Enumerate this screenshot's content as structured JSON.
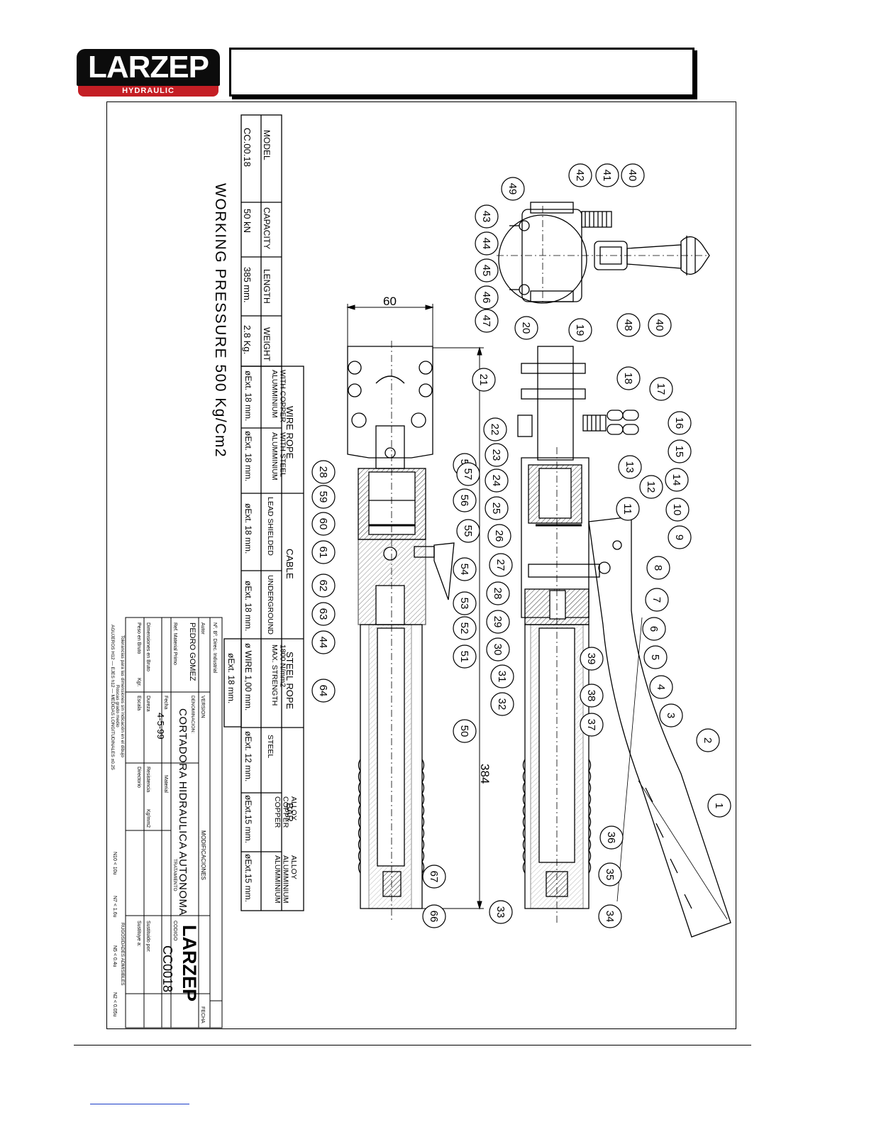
{
  "logo": {
    "brand": "LARZEP",
    "tagline": "HYDRAULIC"
  },
  "pressure": "WORKING PRESSURE 500 Kg/Cm2",
  "specs": {
    "headers": [
      "MODEL",
      "CAPACITY",
      "LENGTH",
      "WEIGHT"
    ],
    "values": [
      "CC.00.18",
      "50 kN",
      "385 mm.",
      "2.8 Kg."
    ]
  },
  "rope_table": {
    "wire_rope": "WIRE ROPE",
    "cable": "CABLE",
    "steel_rope": "STEEL ROPE",
    "bar": "BAR",
    "types": [
      "ALUMMINIUM\nWITH COPPER",
      "ALUMMINIUM\nWITH STEEL",
      "LEAD SHIELDED",
      "UNDERGROUND",
      "MAX. STRENGTH\n1800 N/mm2",
      "STEEL",
      "COPPER\nCOPPER\nALLOY",
      "ALUMMINIUM\nALUMMINIUM\nALLOY"
    ],
    "sizes": [
      "øExt. 18 mm.",
      "øExt. 18 mm.",
      "øExt. 18 mm.",
      "øExt. 18 mm.",
      "ø WIRE 1,00 mm.",
      "øExt. 12 mm.",
      "øExt.15 mm.",
      "øExt.15 mm."
    ],
    "extra": "øExt. 18 mm."
  },
  "title_block": {
    "direc": "Nº. Bº. Direc. Industrial",
    "autor_label": "Autor",
    "autor": "PEDRO GOMEZ",
    "ref_label": "Ref. Material Primo",
    "dim_label": "Dimensiones en Bruto",
    "peso_label": "Peso en Bruto",
    "kgr": "Kgr.",
    "version": "VERSION",
    "modificaciones": "MODIFICACIONES",
    "fecha_col": "FECHA",
    "denominacion_label": "DENOMINACION:",
    "denominacion": "CORTADORA HIDRAULICA AUTONOMA",
    "fecha_label": "Fecha",
    "fecha": "4-5-99",
    "dureza": "Dureza",
    "escala": "Escala",
    "material": "Material",
    "resistencia": "Resistencia",
    "kgmm2": "Kg/mm2",
    "directorio": "Directorio",
    "tratamiento": "TRATAMIENTO",
    "codigo_label": "CODIGO",
    "codigo": "CC0018",
    "brand": "LARZEP",
    "sustituido": "Sustituido por:",
    "sustituye": "Sustituye a:",
    "tol1": "Tolerancias para las dimensiones sin indicación en el dibujo",
    "tol2": "Roscas grado medio",
    "tol3": "AGUJEROS H12 — EJES h12 — MEDIDAS LONGITUDINALES  ±0.25",
    "rug_title": "RUGOSIDADES ADMISIBLES",
    "rug": [
      "N10 < 10u",
      "N7 < 1.6u",
      "N5 < 0.4u",
      "N2 < 0.05u"
    ]
  },
  "dimensions": {
    "width_60": "60",
    "length_384": "384"
  },
  "callouts_top": [
    "40",
    "41",
    "42",
    "49",
    "43",
    "44",
    "45",
    "46",
    "47",
    "20",
    "48",
    "40"
  ],
  "callouts_upper": [
    "19",
    "18",
    "17",
    "16",
    "15",
    "14",
    "13",
    "12",
    "11",
    "10",
    "9",
    "8",
    "7",
    "6",
    "5",
    "4",
    "3",
    "2",
    "1",
    "36",
    "35",
    "34",
    "33",
    "37",
    "38",
    "39"
  ],
  "callouts_mid": [
    "21",
    "22",
    "23",
    "24",
    "25",
    "26",
    "27",
    "28",
    "29",
    "30",
    "31",
    "32"
  ],
  "callouts_lower": [
    "58",
    "57",
    "56",
    "55",
    "54",
    "53",
    "52",
    "51",
    "50",
    "67",
    "66",
    "28",
    "59",
    "60",
    "61",
    "62",
    "63",
    "44",
    "64"
  ]
}
